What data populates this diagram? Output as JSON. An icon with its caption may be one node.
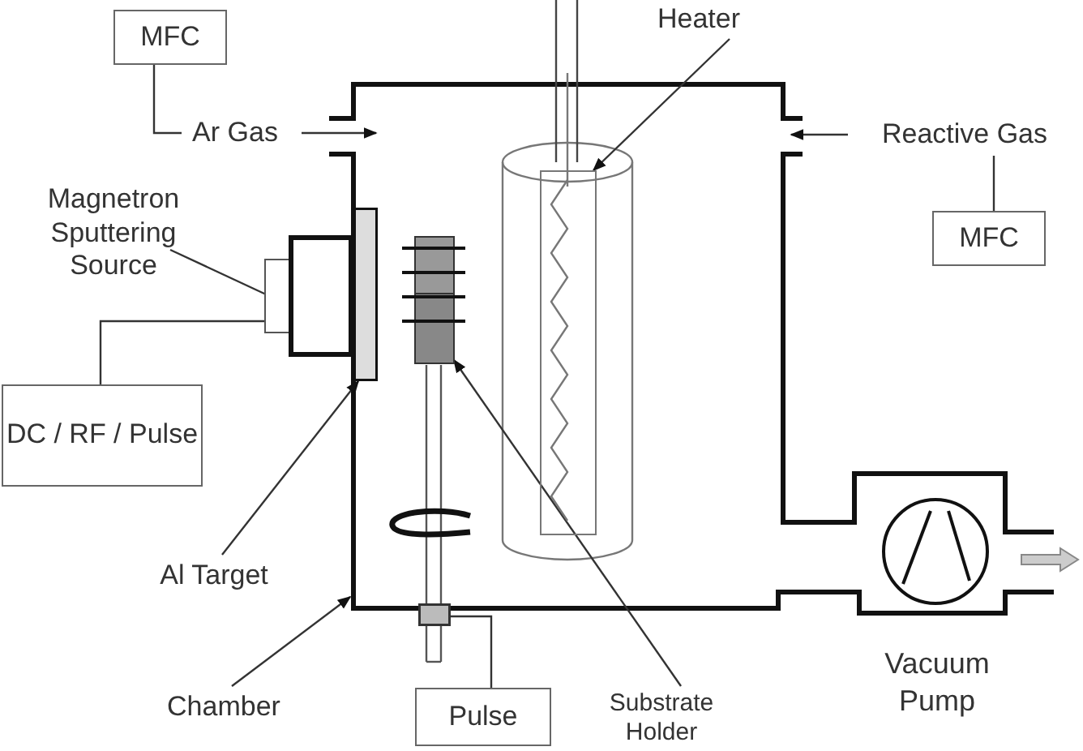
{
  "diagram": {
    "nodes": [
      {
        "text": [
          "MFC"
        ]
      },
      {
        "text": [
          "Ar Gas"
        ]
      },
      {
        "text": [
          "Magnetron Sputtering Source"
        ]
      },
      {
        "text": [
          "DC / RF / Pulse"
        ]
      },
      {
        "text": [
          "Al Target"
        ]
      },
      {
        "text": [
          "Chamber"
        ]
      },
      {
        "text": [
          "Pulse"
        ]
      },
      {
        "text": [
          "Substrate Holder"
        ]
      },
      {
        "text": [
          "Heater"
        ]
      },
      {
        "text": [
          "Reactive Gas"
        ]
      },
      {
        "text": [
          "MFC"
        ]
      },
      {
        "text": [],
        "shape": "box"
      },
      {
        "text": [],
        "shape": "bar"
      },
      {
        "text": [],
        "shape": "box"
      },
      {
        "text": [],
        "shape": "box"
      },
      {
        "text": [],
        "shape": "box"
      }
    ],
    "edges": [
      {
        "from": 0,
        "to": 1,
        "arrow": "none"
      },
      {
        "from": 1,
        "to": null,
        "arrow": "to"
      },
      {
        "from": 2,
        "to": 11,
        "arrow": "to"
      },
      {
        "from": 3,
        "to": 11,
        "arrow": "none"
      },
      {
        "from": 4,
        "to": 12,
        "arrow": "to"
      },
      {
        "from": 5,
        "to": null,
        "arrow": "to"
      },
      {
        "from": 6,
        "to": 15,
        "arrow": "none"
      },
      {
        "from": 7,
        "to": 13,
        "arrow": "to"
      },
      {
        "from": 8,
        "to": 14,
        "arrow": "to"
      },
      {
        "from": 9,
        "to": null,
        "arrow": "to"
      },
      {
        "from": 10,
        "to": 9,
        "arrow": "none"
      }
    ],
    "labels": [
      "Vacuum Pump"
    ]
  }
}
